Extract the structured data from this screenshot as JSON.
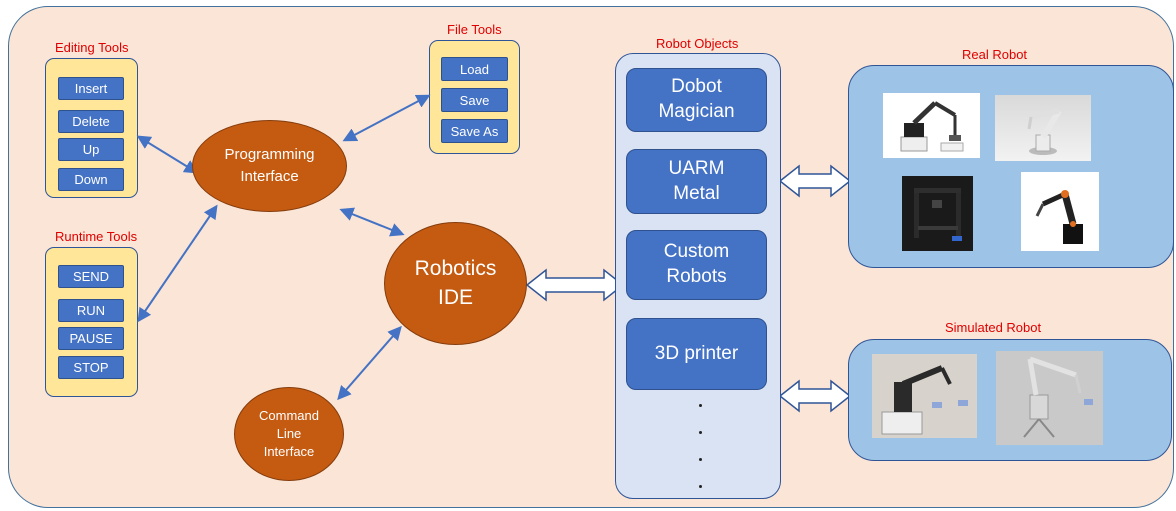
{
  "editing_tools": {
    "title": "Editing Tools",
    "buttons": [
      "Insert",
      "Delete",
      "Up",
      "Down"
    ]
  },
  "runtime_tools": {
    "title": "Runtime Tools",
    "buttons": [
      "SEND",
      "RUN",
      "PAUSE",
      "STOP"
    ]
  },
  "file_tools": {
    "title": "File Tools",
    "buttons": [
      "Load",
      "Save",
      "Save As"
    ]
  },
  "nodes": {
    "programming_interface": "Programming\nInterface",
    "robotics_ide": "Robotics\nIDE",
    "command_line_interface": "Command\nLine\nInterface"
  },
  "robot_objects": {
    "title": "Robot Objects",
    "items": [
      "Dobot\nMagician",
      "UARM\nMetal",
      "Custom\nRobots",
      "3D printer"
    ]
  },
  "real_robot": {
    "title": "Real Robot"
  },
  "simulated_robot": {
    "title": "Simulated Robot"
  },
  "colors": {
    "frame_fill": "#fbe5d6",
    "tool_panel": "#ffe699",
    "button": "#4472c4",
    "node": "#c55a11",
    "label_red": "#e00000",
    "robot_panel": "#9dc3e6",
    "robot_list": "#dae3f3"
  }
}
